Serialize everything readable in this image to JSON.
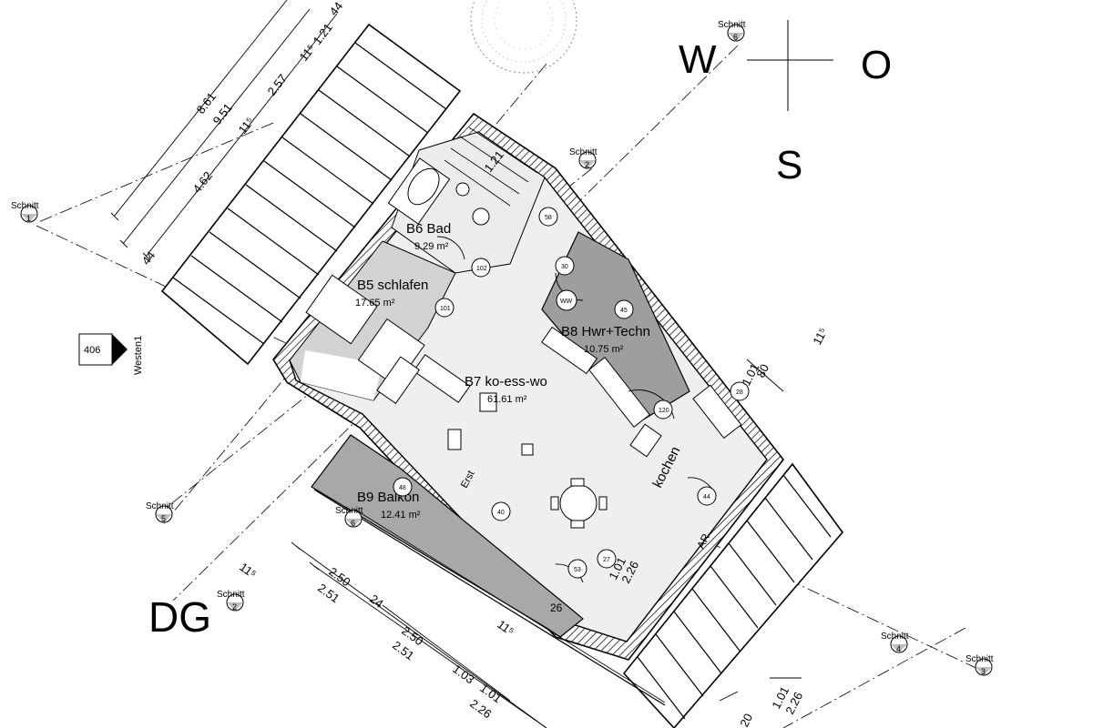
{
  "compass": {
    "west": "W",
    "east": "O",
    "south": "S"
  },
  "floor_label": "DG",
  "view_marker": {
    "number": "406",
    "label": "Westen1"
  },
  "section_word": "Schnitt",
  "sections": [
    {
      "num": "1"
    },
    {
      "num": "2"
    },
    {
      "num": "3"
    },
    {
      "num": "4"
    },
    {
      "num": "5"
    },
    {
      "num": "6"
    },
    {
      "num": "2"
    },
    {
      "num": "6"
    }
  ],
  "rooms": [
    {
      "name": "B6 Bad",
      "area": "9.29 m²"
    },
    {
      "name": "B5 schlafen",
      "area": "17.65 m²"
    },
    {
      "name": "B8 Hwr+Techn",
      "area": "10.75 m²"
    },
    {
      "name": "B7 ko-ess-wo",
      "area": "61.61 m²"
    },
    {
      "name": "B9 Balkon",
      "area": "12.41 m²"
    }
  ],
  "texts": {
    "kochen": "kochen",
    "ar": "AR",
    "erst": "Erst",
    "ww": "WW",
    "stair_num": "26"
  },
  "door_tags": [
    "102",
    "101",
    "120",
    "44",
    "40",
    "45",
    "53",
    "48",
    "58",
    "27",
    "30",
    "28"
  ],
  "dims_left": [
    "8.61",
    "9.51",
    "2.57",
    "4.62",
    "1.21",
    "44",
    "44",
    "11⁵",
    "11⁵",
    "1.21"
  ],
  "dims_bottom": [
    "2.50",
    "2.51",
    "2.50",
    "2.51",
    "1.03",
    "1.01",
    "2.26",
    "24",
    "11⁵",
    "11⁵"
  ],
  "dims_right": [
    "1.01",
    "2.26",
    "1.01",
    "2.26",
    "80",
    "1.01",
    "11⁵",
    "20"
  ]
}
